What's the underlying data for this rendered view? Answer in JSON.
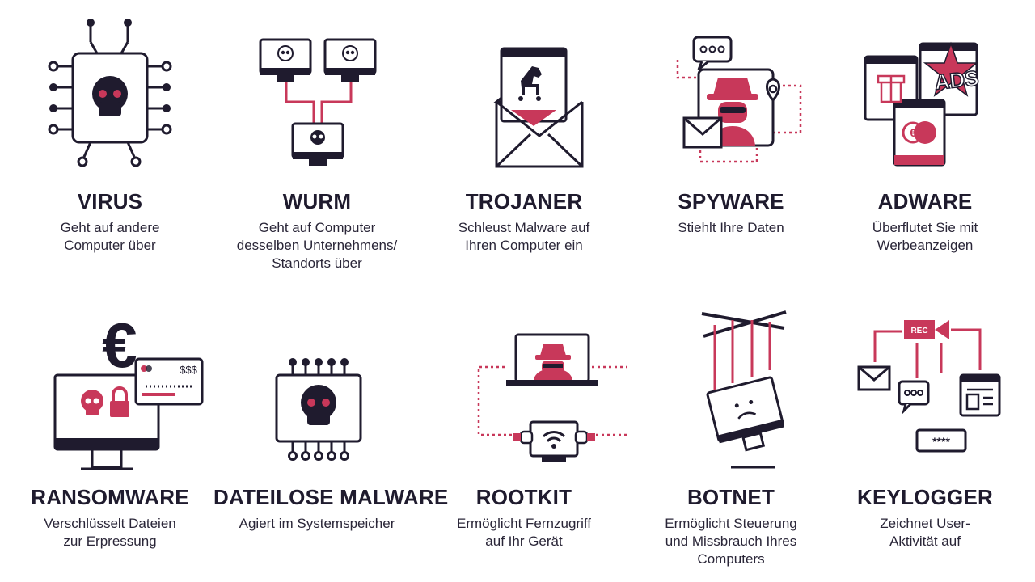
{
  "colors": {
    "ink": "#1f1b2e",
    "accent": "#c8385a",
    "paper": "#ffffff"
  },
  "items": [
    {
      "title": "VIRUS",
      "lines": [
        "Geht auf andere",
        "Computer über"
      ],
      "icon": "virus-chip-icon"
    },
    {
      "title": "WURM",
      "lines": [
        "Geht auf Computer",
        "desselben Unternehmens/",
        "Standorts über"
      ],
      "icon": "worm-network-icon"
    },
    {
      "title": "TROJANER",
      "lines": [
        "Schleust Malware auf",
        "Ihren Computer ein"
      ],
      "icon": "trojan-envelope-icon"
    },
    {
      "title": "SPYWARE",
      "lines": [
        "Stiehlt Ihre Daten"
      ],
      "icon": "spy-agent-icon"
    },
    {
      "title": "ADWARE",
      "lines": [
        "Überflutet Sie mit",
        "Werbeanzeigen"
      ],
      "icon": "ads-windows-icon"
    },
    {
      "title": "RANSOMWARE",
      "lines": [
        "Verschlüsselt Dateien",
        "zur Erpressung"
      ],
      "icon": "ransom-monitor-icon"
    },
    {
      "title": "DATEILOSE MALWARE",
      "lines": [
        "Agiert im Systemspeicher"
      ],
      "icon": "memory-chip-icon"
    },
    {
      "title": "ROOTKIT",
      "lines": [
        "Ermöglicht Fernzugriff",
        "auf Ihr Gerät"
      ],
      "icon": "remote-access-icon"
    },
    {
      "title": "BOTNET",
      "lines": [
        "Ermöglicht Steuerung",
        "und Missbrauch Ihres",
        "Computers"
      ],
      "icon": "puppet-monitor-icon"
    },
    {
      "title": "KEYLOGGER",
      "lines": [
        "Zeichnet User-",
        "Aktivität auf"
      ],
      "icon": "keylogger-icon"
    }
  ],
  "icon_text": {
    "ads": "ADS",
    "rec": "REC",
    "euro": "€",
    "dollars": "$$$",
    "password_mask": "****",
    "dots": "ooo"
  }
}
